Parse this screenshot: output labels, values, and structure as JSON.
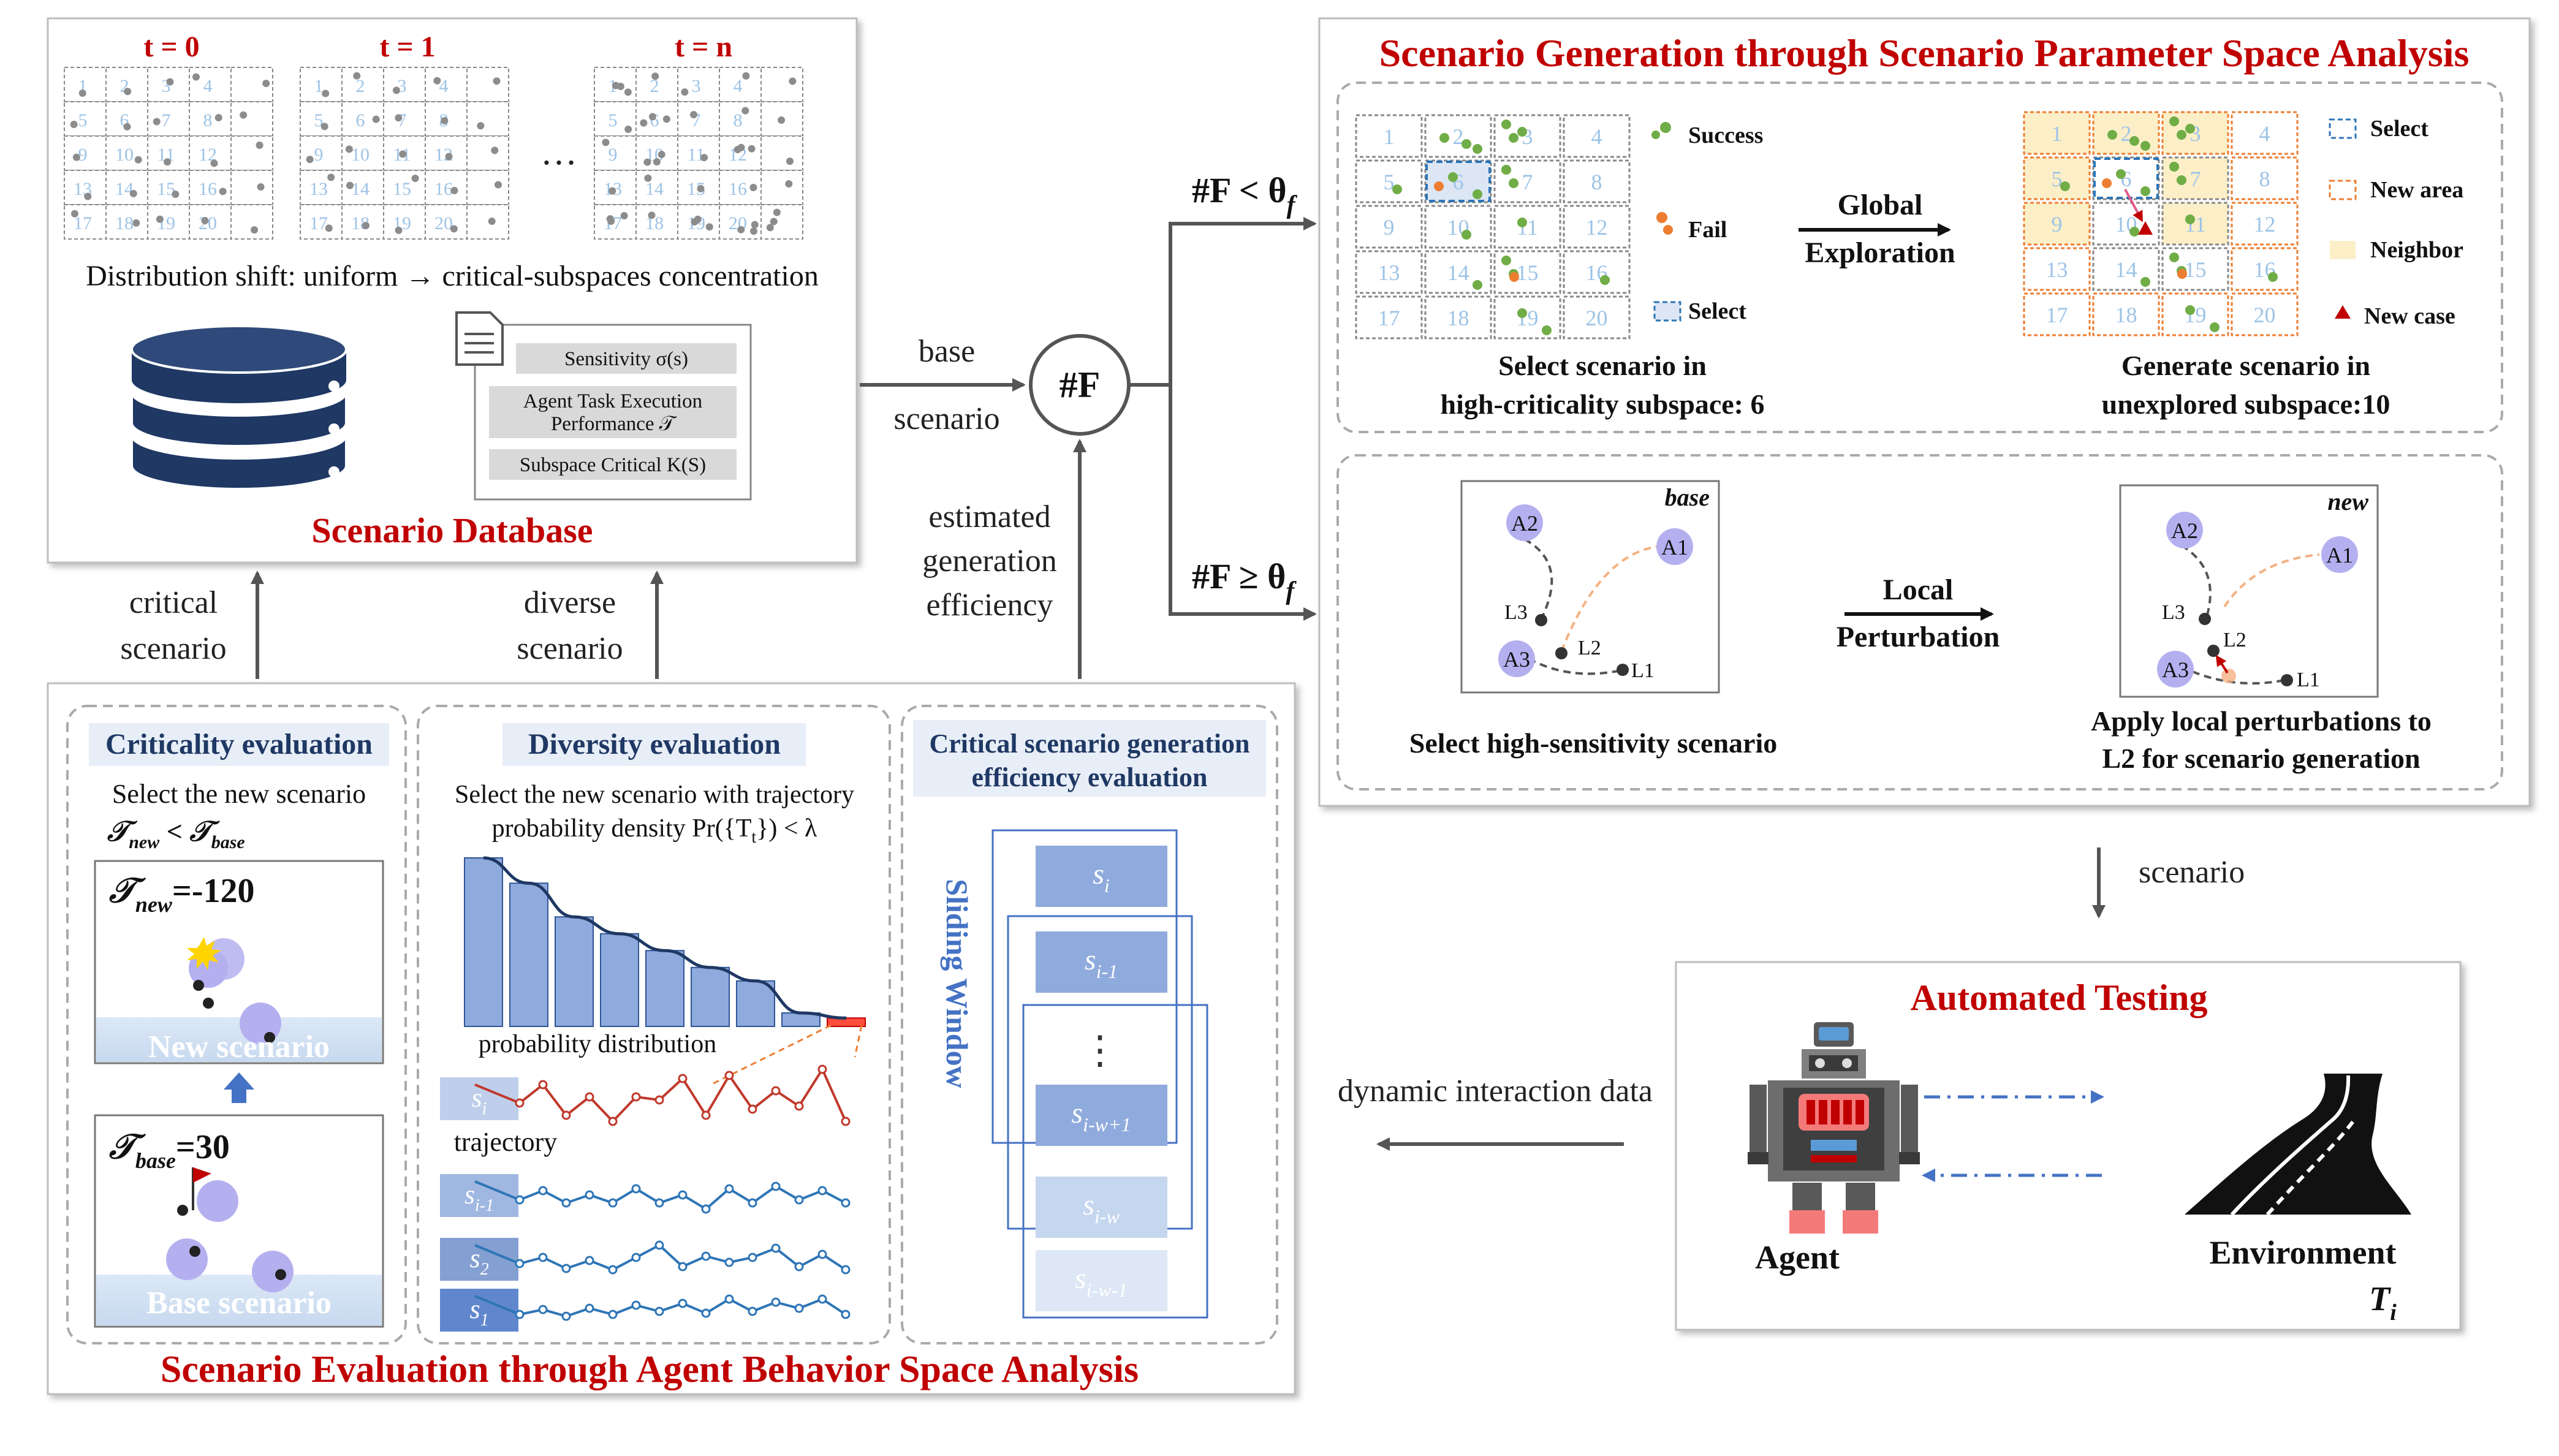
{
  "database_panel": {
    "time_labels": [
      "t = 0",
      "t = 1",
      "t = n"
    ],
    "grid_numbers": [
      "1",
      "2",
      "3",
      "4",
      "5",
      "6",
      "7",
      "8",
      "9",
      "10",
      "11",
      "12",
      "13",
      "14",
      "15",
      "16",
      "17",
      "18",
      "19",
      "20"
    ],
    "ellipsis": "…",
    "shift_caption": "Distribution shift: uniform → critical-subspaces concentration",
    "doc_fields": [
      "Sensitivity σ(s)",
      "Agent Task Execution",
      "Performance 𝒯",
      "Subspace Critical K(S)"
    ],
    "title": "Scenario Database"
  },
  "flow": {
    "critical_scenario": [
      "critical",
      "scenario"
    ],
    "diverse_scenario": [
      "diverse",
      "scenario"
    ],
    "base_scenario": [
      "base",
      "scenario"
    ],
    "estimated_efficiency": [
      "estimated",
      "generation",
      "efficiency"
    ],
    "f_node": "#F",
    "cond_less": "#F < θ",
    "cond_geq": "#F ≥ θ",
    "cond_sub": "f",
    "scenario_down": "scenario",
    "dynamic_data": "dynamic interaction data"
  },
  "generation_panel": {
    "title": "Scenario Generation through Scenario Parameter Space Analysis",
    "legend_left": [
      "Success",
      "Fail",
      "Select"
    ],
    "global_exploration": [
      "Global",
      "Exploration"
    ],
    "legend_right": [
      "Select",
      "New area",
      "Neighbor",
      "New case"
    ],
    "caption_left": [
      "Select scenario in",
      "high-criticality subspace: 6"
    ],
    "caption_right": [
      "Generate scenario in",
      "unexplored subspace:10"
    ],
    "base_tag": "base",
    "new_tag": "new",
    "agents": [
      "A1",
      "A2",
      "A3"
    ],
    "landmarks": [
      "L1",
      "L2",
      "L3"
    ],
    "local_perturbation": [
      "Local",
      "Perturbation"
    ],
    "caption_bottom_left": "Select high-sensitivity scenario",
    "caption_bottom_right": [
      "Apply local perturbations to",
      "L2 for scenario generation"
    ]
  },
  "testing_panel": {
    "title": "Automated Testing",
    "agent_label": "Agent",
    "env_label": "Environment",
    "t_symbol": "T",
    "t_sub": "i"
  },
  "evaluation_panel": {
    "title": "Scenario Evaluation through Agent Behavior Space Analysis",
    "criticality": {
      "title": "Criticality evaluation",
      "desc": "Select the new scenario",
      "cond_lhs": "𝒯",
      "cond_lhs_sub": "new",
      "cond_op": " < ",
      "cond_rhs": "𝒯",
      "cond_rhs_sub": "base",
      "t_new_sym": "𝒯",
      "t_new_sub": "new",
      "t_new_val": "=-120",
      "new_label": "New scenario",
      "t_base_sym": "𝒯",
      "t_base_sub": "base",
      "t_base_val": "=30",
      "base_label": "Base scenario"
    },
    "diversity": {
      "title": "Diversity evaluation",
      "desc1": "Select the new scenario with trajectory",
      "desc2": "probability density Pr({T",
      "desc2_sub": "t",
      "desc2_tail": "}) < λ",
      "prob_label": "probability distribution",
      "traj_label": "trajectory",
      "s_labels": [
        "s",
        "s",
        "s",
        "s"
      ],
      "s_subs": [
        "i",
        "i-1",
        "2",
        "1"
      ],
      "bar_values": [
        100,
        85,
        65,
        55,
        45,
        35,
        27,
        8,
        5
      ]
    },
    "efficiency": {
      "title": [
        "Critical scenario generation",
        "efficiency evaluation"
      ],
      "sliding": "Sliding Window",
      "slots": [
        "s",
        "s",
        "s",
        "s",
        "s"
      ],
      "slot_subs": [
        "i",
        "i-1",
        "i-w+1",
        "i-w",
        "i-w-1"
      ],
      "vdots": "⋮"
    }
  },
  "colors": {
    "red_title": "#c00000",
    "blue_dark": "#1f3864",
    "blue_bar": "#8faadc",
    "blue_line": "#2e75b6",
    "red_line": "#c0392b",
    "agent_purple": "#b4b0f0",
    "success_green": "#70ad47",
    "fail_orange": "#ed7d31",
    "neighbor_yellow": "#fcefc8"
  }
}
